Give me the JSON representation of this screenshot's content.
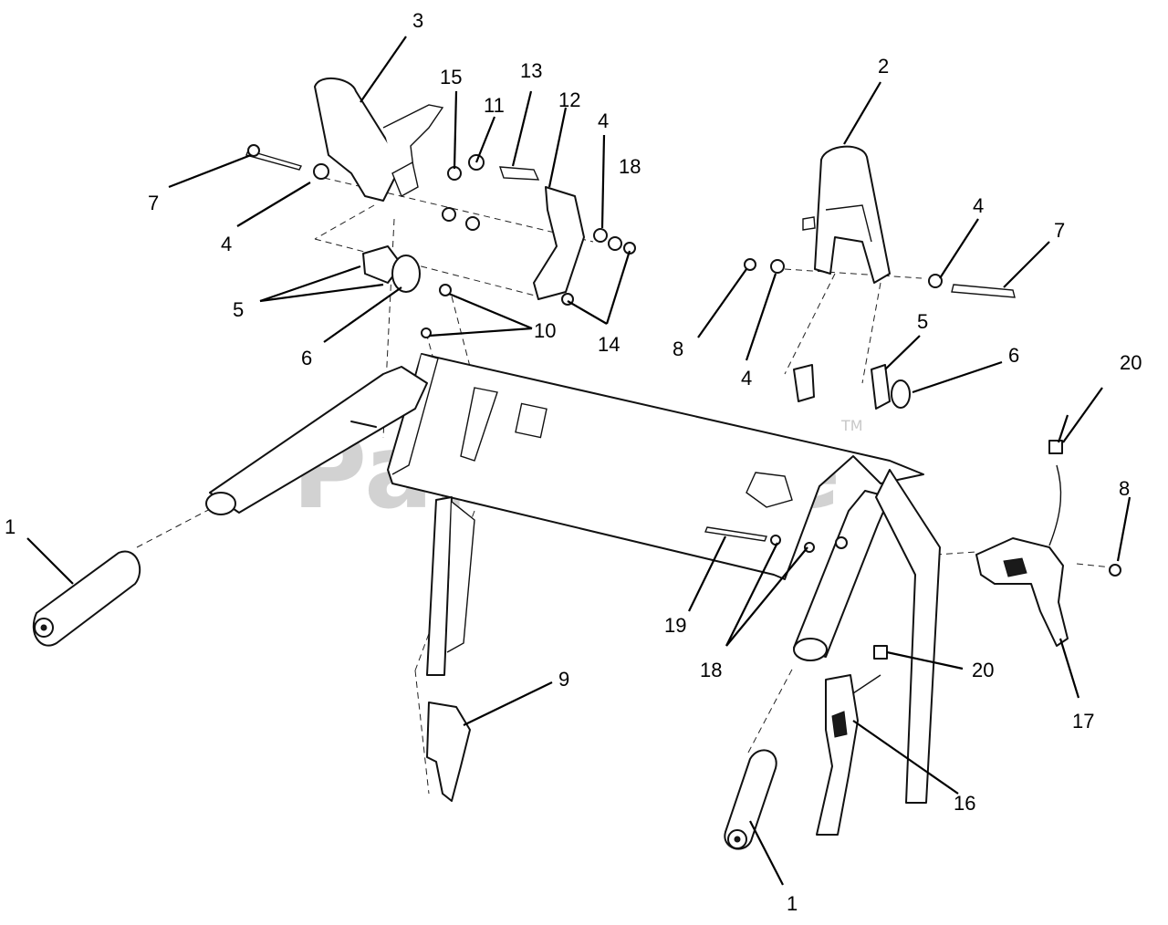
{
  "watermark": {
    "text": "PartsTree",
    "trademark": "TM"
  },
  "callouts": [
    "1",
    "1",
    "2",
    "3",
    "4",
    "4",
    "4",
    "4",
    "5",
    "5",
    "6",
    "6",
    "7",
    "7",
    "8",
    "8",
    "9",
    "10",
    "11",
    "12",
    "13",
    "14",
    "15",
    "16",
    "17",
    "18",
    "18",
    "19",
    "20",
    "20"
  ]
}
